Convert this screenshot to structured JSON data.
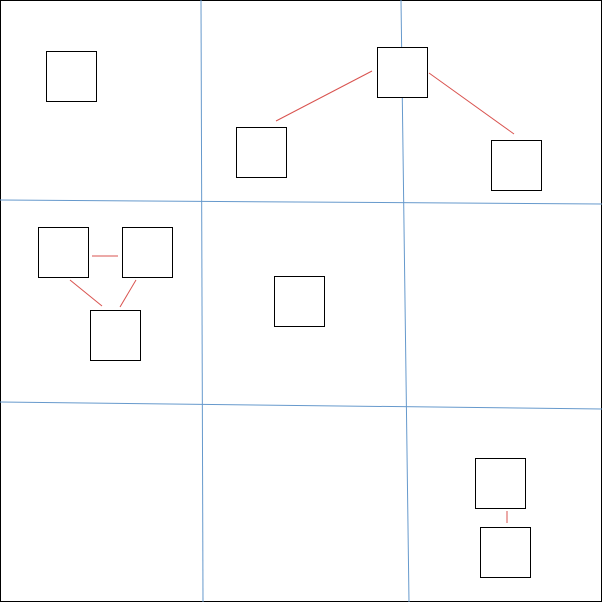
{
  "colors": {
    "background": "#ffffff",
    "frame": "#000000",
    "grid_line": "#6699cc",
    "box_stroke": "#000000",
    "link": "#d9534f"
  },
  "diagram": {
    "description_visible_text": "",
    "boxes": [
      {
        "id": "box-a"
      },
      {
        "id": "box-b"
      },
      {
        "id": "box-c"
      },
      {
        "id": "box-d"
      },
      {
        "id": "box-e"
      },
      {
        "id": "box-f"
      },
      {
        "id": "box-g"
      },
      {
        "id": "box-h"
      },
      {
        "id": "box-i"
      },
      {
        "id": "box-j"
      },
      {
        "id": "box-k"
      }
    ],
    "links": [
      {
        "from": "box-b",
        "to": "box-c"
      },
      {
        "from": "box-b",
        "to": "box-d"
      },
      {
        "from": "box-e",
        "to": "box-f"
      },
      {
        "from": "box-e",
        "to": "box-g"
      },
      {
        "from": "box-f",
        "to": "box-g"
      },
      {
        "from": "box-i",
        "to": "box-j"
      }
    ]
  }
}
